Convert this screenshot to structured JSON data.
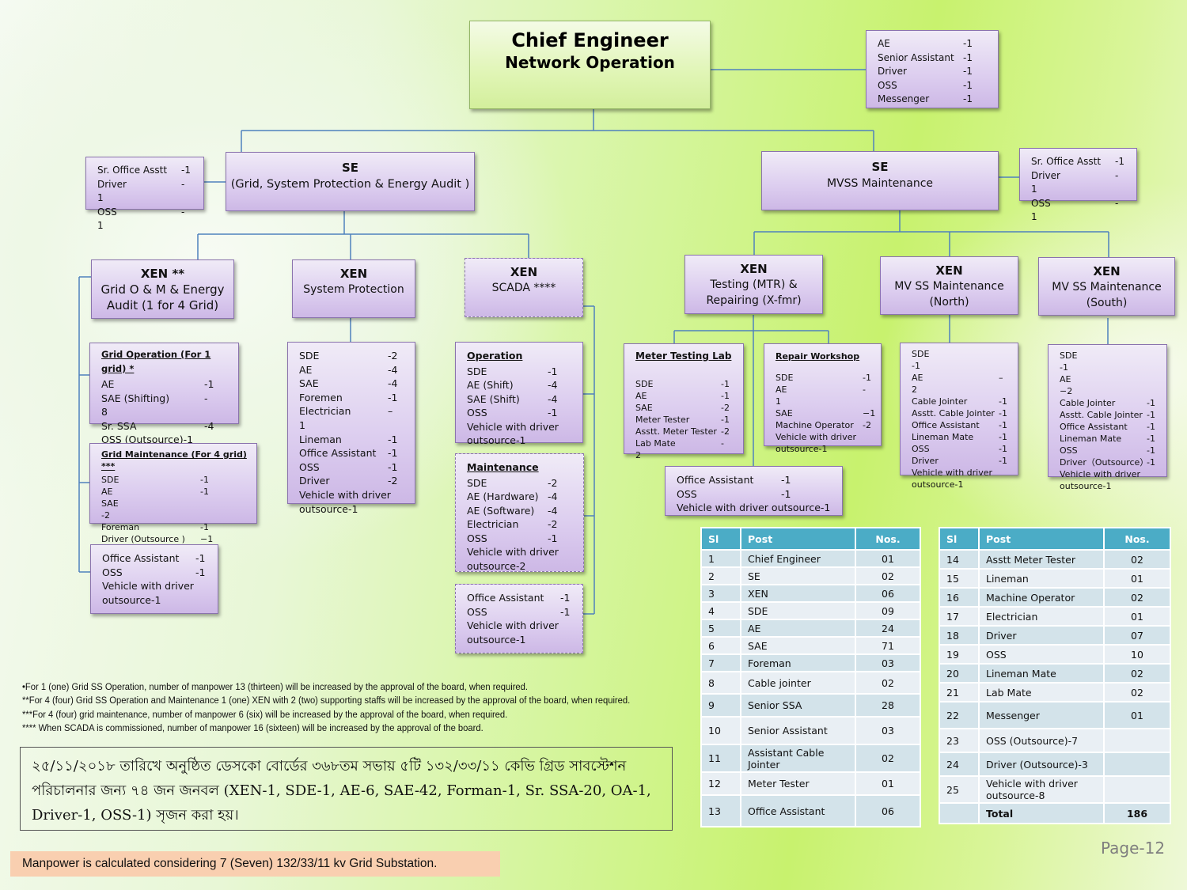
{
  "chief": {
    "title": "Chief Engineer",
    "subtitle": "Network Operation"
  },
  "chief_staff": [
    {
      "post": "AE",
      "count": "-1"
    },
    {
      "post": "Senior Assistant",
      "count": "-1"
    },
    {
      "post": "Driver",
      "count": "-1"
    },
    {
      "post": "OSS",
      "count": "-1"
    },
    {
      "post": "Messenger",
      "count": "-1"
    }
  ],
  "se_grid": {
    "title": "SE",
    "subtitle": "(Grid, System Protection & Energy Audit )"
  },
  "se_grid_staff": [
    {
      "post": "Sr. Office Asstt",
      "count": "-1"
    },
    {
      "post": "Driver",
      "count": "-"
    },
    {
      "post": "1",
      "count": ""
    },
    {
      "post": "OSS",
      "count": "-"
    },
    {
      "post": "1",
      "count": ""
    }
  ],
  "se_mvss": {
    "title": "SE",
    "subtitle": "MVSS Maintenance"
  },
  "se_mvss_staff": [
    {
      "post": "Sr. Office Asstt",
      "count": "-1"
    },
    {
      "post": "Driver",
      "count": "-"
    },
    {
      "post": "1",
      "count": ""
    },
    {
      "post": "OSS",
      "count": "-"
    },
    {
      "post": "1",
      "count": ""
    }
  ],
  "xen_grid": {
    "title": "XEN **",
    "line1": "Grid O & M & Energy",
    "line2": "Audit (1 for 4 Grid)"
  },
  "grid_operation": {
    "title": "Grid Operation (For 1 grid) *",
    "items": [
      {
        "post": "AE",
        "count": "-1"
      },
      {
        "post": "SAE (Shifting)",
        "count": "-"
      },
      {
        "post": "8",
        "count": ""
      },
      {
        "post": "Sr. SSA",
        "count": "-4"
      },
      {
        "post": "OSS (Outsource)-1",
        "count": ""
      }
    ]
  },
  "grid_maintenance": {
    "title": "Grid Maintenance (For 4 grid) ***",
    "items": [
      {
        "post": "SDE",
        "count": "-1"
      },
      {
        "post": "AE",
        "count": "-1"
      },
      {
        "post": "SAE",
        "count": ""
      },
      {
        "post": "-2",
        "count": ""
      },
      {
        "post": "Foreman",
        "count": "-1"
      },
      {
        "post": "Driver (Outsource )",
        "count": "−1"
      }
    ]
  },
  "grid_office": {
    "items": [
      {
        "post": "Office Assistant",
        "count": "-1"
      },
      {
        "post": "OSS",
        "count": "-1"
      },
      {
        "post": "Vehicle with driver",
        "count": ""
      },
      {
        "post": "outsource-1",
        "count": ""
      }
    ]
  },
  "xen_sp": {
    "title": "XEN",
    "line1": "System Protection"
  },
  "sp_staff": [
    {
      "post": "SDE",
      "count": "-2"
    },
    {
      "post": "AE",
      "count": "-4"
    },
    {
      "post": "SAE",
      "count": "-4"
    },
    {
      "post": "Foremen",
      "count": "-1"
    },
    {
      "post": "Electrician",
      "count": "–"
    },
    {
      "post": "1",
      "count": ""
    },
    {
      "post": "Lineman",
      "count": "-1"
    },
    {
      "post": "Office Assistant",
      "count": "-1"
    },
    {
      "post": "OSS",
      "count": "-1"
    },
    {
      "post": "Driver",
      "count": "-2"
    },
    {
      "post": "Vehicle with driver",
      "count": ""
    },
    {
      "post": "outsource-1",
      "count": ""
    }
  ],
  "xen_scada": {
    "title": "XEN",
    "line1": "SCADA ****"
  },
  "scada_operation": {
    "title": "Operation",
    "items": [
      {
        "post": "SDE",
        "count": "-1"
      },
      {
        "post": "AE (Shift)",
        "count": "-4"
      },
      {
        "post": "SAE (Shift)",
        "count": "-4"
      },
      {
        "post": "OSS",
        "count": "-1"
      },
      {
        "post": "Vehicle with driver",
        "count": ""
      },
      {
        "post": "outsource-1",
        "count": ""
      }
    ]
  },
  "scada_maintenance": {
    "title": "Maintenance",
    "items": [
      {
        "post": "SDE",
        "count": "-2"
      },
      {
        "post": "AE (Hardware)",
        "count": "-4"
      },
      {
        "post": "AE (Software)",
        "count": "-4"
      },
      {
        "post": "Electrician",
        "count": "-2"
      },
      {
        "post": "OSS",
        "count": "-1"
      },
      {
        "post": "Vehicle with driver",
        "count": ""
      },
      {
        "post": "outsource-2",
        "count": ""
      }
    ]
  },
  "scada_office": {
    "items": [
      {
        "post": "Office Assistant",
        "count": "-1"
      },
      {
        "post": "OSS",
        "count": "-1"
      },
      {
        "post": "Vehicle with driver",
        "count": ""
      },
      {
        "post": "outsource-1",
        "count": ""
      }
    ]
  },
  "xen_testing": {
    "title": "XEN",
    "line1": "Testing (MTR) &",
    "line2": "Repairing (X-fmr)"
  },
  "meter_lab": {
    "title": "Meter Testing Lab",
    "items": [
      {
        "post": "SDE",
        "count": "-1"
      },
      {
        "post": "AE",
        "count": "-1"
      },
      {
        "post": "SAE",
        "count": "-2"
      },
      {
        "post": "Meter Tester",
        "count": "-1"
      },
      {
        "post": "Asstt. Meter Tester",
        "count": "-2"
      },
      {
        "post": "Lab Mate",
        "count": "-"
      },
      {
        "post": "2",
        "count": ""
      }
    ]
  },
  "repair_workshop": {
    "title": "Repair Workshop",
    "items": [
      {
        "post": "SDE",
        "count": "-1"
      },
      {
        "post": "AE",
        "count": "-"
      },
      {
        "post": "1",
        "count": ""
      },
      {
        "post": "SAE",
        "count": "−1"
      },
      {
        "post": "Machine Operator",
        "count": "-2"
      },
      {
        "post": "Vehicle with driver",
        "count": ""
      },
      {
        "post": "outsource-1",
        "count": ""
      }
    ]
  },
  "testing_office": {
    "items": [
      {
        "post": "Office Assistant",
        "count": "-1"
      },
      {
        "post": "OSS",
        "count": "-1"
      },
      {
        "post": "Vehicle with driver outsource-1",
        "count": ""
      }
    ]
  },
  "xen_north": {
    "title": "XEN",
    "line1": "MV SS Maintenance",
    "line2": "(North)"
  },
  "north_staff": [
    {
      "post": "SDE",
      "count": ""
    },
    {
      "post": "-1",
      "count": ""
    },
    {
      "post": "AE",
      "count": "–"
    },
    {
      "post": "2",
      "count": ""
    },
    {
      "post": "Cable Jointer",
      "count": "-1"
    },
    {
      "post": "Asstt. Cable Jointer",
      "count": "-1"
    },
    {
      "post": "Office Assistant",
      "count": "-1"
    },
    {
      "post": "Lineman Mate",
      "count": "-1"
    },
    {
      "post": "OSS",
      "count": "-1"
    },
    {
      "post": "Driver",
      "count": "-1"
    },
    {
      "post": "Vehicle with driver",
      "count": ""
    },
    {
      "post": "outsource-1",
      "count": ""
    }
  ],
  "xen_south": {
    "title": "XEN",
    "line1": "MV SS Maintenance",
    "line2": "(South)"
  },
  "south_staff": [
    {
      "post": "SDE",
      "count": ""
    },
    {
      "post": "-1",
      "count": ""
    },
    {
      "post": "AE",
      "count": ""
    },
    {
      "post": "−2",
      "count": ""
    },
    {
      "post": "Cable Jointer",
      "count": "-1"
    },
    {
      "post": "Asstt. Cable Jointer",
      "count": "-1"
    },
    {
      "post": "Office Assistant",
      "count": "-1"
    },
    {
      "post": "Lineman Mate",
      "count": "-1"
    },
    {
      "post": "OSS",
      "count": "-1"
    },
    {
      "post": "Driver（Outsource）",
      "count": "-1"
    },
    {
      "post": "Vehicle with driver",
      "count": ""
    },
    {
      "post": "outsource-1",
      "count": ""
    }
  ],
  "table": {
    "headers": [
      "Sl",
      "Post",
      "Nos."
    ],
    "left_rows": [
      {
        "sl": "1",
        "post": "Chief Engineer",
        "nos": "01"
      },
      {
        "sl": "2",
        "post": "SE",
        "nos": "02"
      },
      {
        "sl": "3",
        "post": "XEN",
        "nos": "06"
      },
      {
        "sl": "4",
        "post": "SDE",
        "nos": "09"
      },
      {
        "sl": "5",
        "post": "AE",
        "nos": "24"
      },
      {
        "sl": "6",
        "post": "SAE",
        "nos": "71"
      },
      {
        "sl": "7",
        "post": "Foreman",
        "nos": "03"
      },
      {
        "sl": "8",
        "post": "Cable jointer",
        "nos": "02"
      },
      {
        "sl": "9",
        "post": "Senior SSA",
        "nos": "28"
      },
      {
        "sl": "10",
        "post": "Senior Assistant",
        "nos": "03"
      },
      {
        "sl": "11",
        "post": "Assistant Cable Jointer",
        "nos": "02"
      },
      {
        "sl": "12",
        "post": "Meter Tester",
        "nos": "01"
      },
      {
        "sl": "13",
        "post": "Office Assistant",
        "nos": "06"
      }
    ],
    "right_rows": [
      {
        "sl": "14",
        "post": "Asstt Meter Tester",
        "nos": "02"
      },
      {
        "sl": "15",
        "post": "Lineman",
        "nos": "01"
      },
      {
        "sl": "16",
        "post": "Machine Operator",
        "nos": "02"
      },
      {
        "sl": "17",
        "post": "Electrician",
        "nos": "01"
      },
      {
        "sl": "18",
        "post": "Driver",
        "nos": "07"
      },
      {
        "sl": "19",
        "post": "OSS",
        "nos": "10"
      },
      {
        "sl": "20",
        "post": "Lineman Mate",
        "nos": "02"
      },
      {
        "sl": "21",
        "post": "Lab Mate",
        "nos": "02"
      },
      {
        "sl": "22",
        "post": "Messenger",
        "nos": "01"
      },
      {
        "sl": "23",
        "post": "OSS (Outsource)-7",
        "nos": ""
      },
      {
        "sl": "24",
        "post": "Driver (Outsource)-3",
        "nos": ""
      },
      {
        "sl": "25",
        "post": "Vehicle with driver outsource-8",
        "nos": ""
      }
    ],
    "total_label": "Total",
    "total_value": "186"
  },
  "notes": [
    "•For 1 (one) Grid SS Operation, number of manpower 13 (thirteen) will be increased by the approval of the board, when required.",
    "**For 4 (four) Grid SS Operation and Maintenance 1 (one) XEN with 2 (two) supporting staffs will be increased by the approval of the board, when required.",
    "***For 4 (four) grid maintenance, number of manpower 6 (six) will be  increased by the approval of the board, when required.",
    "**** When SCADA is commissioned, number of manpower 16 (sixteen) will be  increased by the approval of the board."
  ],
  "bangla_note": "২৫/১১/২০১৮ তারিখে অনুষ্ঠিত ডেসকো বোর্ডের ৩৬৮তম সভায় ৫টি ১৩২/৩৩/১১ কেভি গ্রিড সাবস্টেশন পরিচালনার জন্য ৭৪ জন জনবল (XEN-1, SDE-1, AE-6, SAE-42, Forman-1, Sr. SSA-20, OA-1, Driver-1, OSS-1) সৃজন করা হয়।",
  "footer_note": "Manpower is calculated considering 7 (Seven) 132/33/11 kv Grid Substation.",
  "page_label": "Page-12",
  "colors": {
    "connector": "#4f81bd",
    "box_border": "#8a73ad",
    "table_header": "#4bacc6",
    "footer_bg": "#f9cfb0"
  }
}
